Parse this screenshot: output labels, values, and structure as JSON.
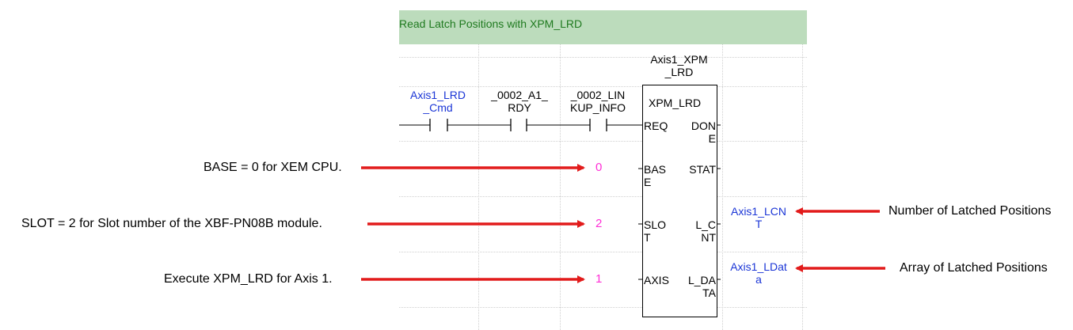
{
  "rung": {
    "comment": "Read Latch Positions with XPM_LRD"
  },
  "contacts": [
    {
      "var_line1": "Axis1_LRD",
      "var_line2": "_Cmd",
      "color": "blue"
    },
    {
      "var_line1": "_0002_A1_",
      "var_line2": "RDY",
      "color": "black"
    },
    {
      "var_line1": "_0002_LIN",
      "var_line2": "KUP_INFO",
      "color": "black"
    }
  ],
  "function_block": {
    "instance_line1": "Axis1_XPM",
    "instance_line2": "_LRD",
    "type": "XPM_LRD",
    "inputs": {
      "req": "REQ",
      "base_line1": "BAS",
      "base_line2": "E",
      "slot_line1": "SLO",
      "slot_line2": "T",
      "axis": "AXIS"
    },
    "outputs": {
      "done_line1": "DON",
      "done_line2": "E",
      "stat": "STAT",
      "lcnt_line1": "L_C",
      "lcnt_line2": "NT",
      "ldata_line1": "L_DA",
      "ldata_line2": "TA"
    }
  },
  "input_values": {
    "base": "0",
    "slot": "2",
    "axis": "1"
  },
  "output_vars": {
    "lcnt_line1": "Axis1_LCN",
    "lcnt_line2": "T",
    "ldata_line1": "Axis1_LDat",
    "ldata_line2": "a"
  },
  "annotations": {
    "base": "BASE = 0 for XEM CPU.",
    "slot": "SLOT = 2 for Slot number of the XBF-PN08B module.",
    "axis": "Execute XPM_LRD for Axis 1.",
    "lcnt": "Number of Latched Positions",
    "ldata": "Array of Latched Positions"
  },
  "colors": {
    "variable": "#1a35d6",
    "constant": "#ff2fd6",
    "comment_bg": "#bcdcbc",
    "comment_text": "#1f7a1f",
    "arrow": "#e21b1b"
  }
}
